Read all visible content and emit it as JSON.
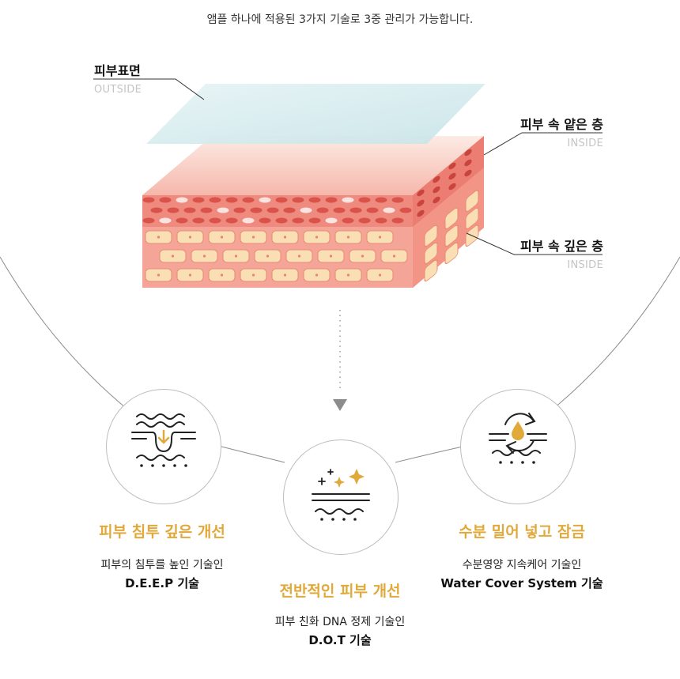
{
  "intro": "앰플 하나에 적용된 3가지 기술로 3중 관리가 가능합니다.",
  "layers": {
    "surface": {
      "title": "피부표면",
      "sub": "OUTSIDE"
    },
    "shallow": {
      "title": "피부 속 얕은 층",
      "sub": "INSIDE"
    },
    "deep": {
      "title": "피부 속 깊은 층",
      "sub": "INSIDE"
    }
  },
  "features": [
    {
      "title": "피부 침투 깊은 개선",
      "desc": "피부의 침투를 높인 기술인",
      "code": "D.E.E.P 기술",
      "icon": "skin-penetration-icon"
    },
    {
      "title": "전반적인 피부 개선",
      "desc": "피부 친화 DNA 정제 기술인",
      "code": "D.O.T 기술",
      "icon": "sparkle-skin-icon"
    },
    {
      "title": "수분 밀어 넣고 잠금",
      "desc": "수분영양 지속케어 기술인",
      "code": "Water Cover System 기술",
      "icon": "moisture-lock-icon"
    }
  ],
  "colors": {
    "accent": "#e0a93a",
    "skin_top": "#fbd9d3",
    "skin_red": "#ef8a7f",
    "cell_fill": "#fbdfb4",
    "surface_film": "#d5ecee"
  }
}
